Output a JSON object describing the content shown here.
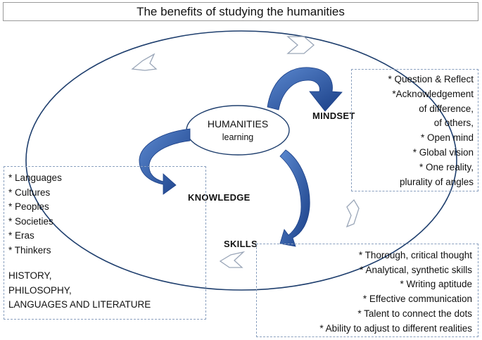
{
  "title": "The benefits of studying the humanities",
  "center": {
    "title": "HUMANITIES",
    "subtitle": "learning"
  },
  "mindset": {
    "label": "MINDSET",
    "items": [
      "* Question & Reflect",
      "*Acknowledgement",
      "of difference,",
      "of others,",
      "* Open mind",
      "* Global vision",
      "* One reality,",
      "plurality of angles"
    ]
  },
  "knowledge": {
    "label": "KNOWLEDGE",
    "items": [
      "* Languages",
      "* Cultures",
      "* Peoples",
      "* Societies",
      "* Eras",
      "* Thinkers"
    ],
    "fields": [
      "HISTORY,",
      "PHILOSOPHY,",
      "LANGUAGES AND LITERATURE"
    ]
  },
  "skills": {
    "label": "SKILLS",
    "items": [
      "* Thorough, critical thought",
      "* Analytical, synthetic skills",
      "* Writing aptitude",
      "* Effective communication",
      "* Talent to connect the dots",
      "* Ability to adjust to different realities"
    ]
  },
  "colors": {
    "outline": "#1f3f6e",
    "arrow_dark": "#1a3f87",
    "arrow_light": "#5b88cf",
    "dashed": "#8aa0bf",
    "chevron": "#9aa6b8"
  },
  "icons": [
    "curved-arrow-icon",
    "chevron-icon"
  ]
}
